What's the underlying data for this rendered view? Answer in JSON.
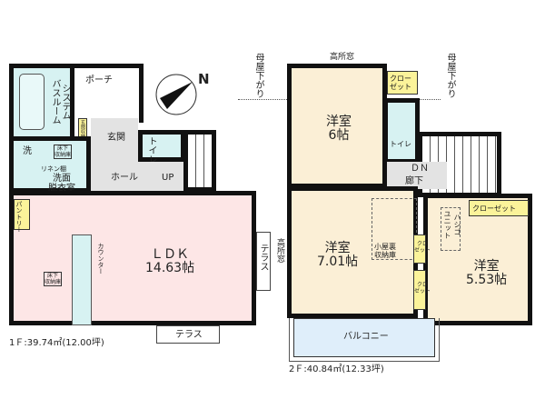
{
  "floor1": {
    "rooms": {
      "bath": "システム\nバスルーム",
      "porch": "ポーチ",
      "entrance": "玄関",
      "entrance_storage": "玄関収納",
      "toilet": "トイレ",
      "wash": "洗",
      "underfloor": "床下\n収納庫",
      "linen": "リネン棚",
      "washroom": "洗面\n脱衣室",
      "hall": "ホール",
      "up": "UP",
      "pantry": "パントリー",
      "ldk": "ＬＤＫ\n14.63帖",
      "counter": "カウンター",
      "underfloor2": "床下\n収納庫",
      "terrace_right": "テラス",
      "terrace_bottom": "テラス"
    },
    "compass": "N",
    "area": "1Ｆ:39.74㎡(12.00坪)"
  },
  "floor2": {
    "rooms": {
      "room6": "洋室\n6帖",
      "closet1": "クロー\nゼット",
      "toilet": "トイレ",
      "dn": "ＤＮ",
      "corridor": "廊下",
      "room7": "洋室\n7.01帖",
      "attic": "小屋裏\n収納庫",
      "closet2": "クロ\nゼット",
      "closet3": "クロ\nゼット",
      "ladder": "ハシゴ\nユニット",
      "closet4": "クローゼット",
      "room5": "洋室\n5.53帖",
      "balcony": "バルコニー"
    },
    "high_window_top": "高所窓",
    "high_window_side": "高所窓",
    "roof_drop_left": "母屋下がり",
    "roof_drop_right": "母屋下がり",
    "area": "2Ｆ:40.84㎡(12.33坪)"
  }
}
